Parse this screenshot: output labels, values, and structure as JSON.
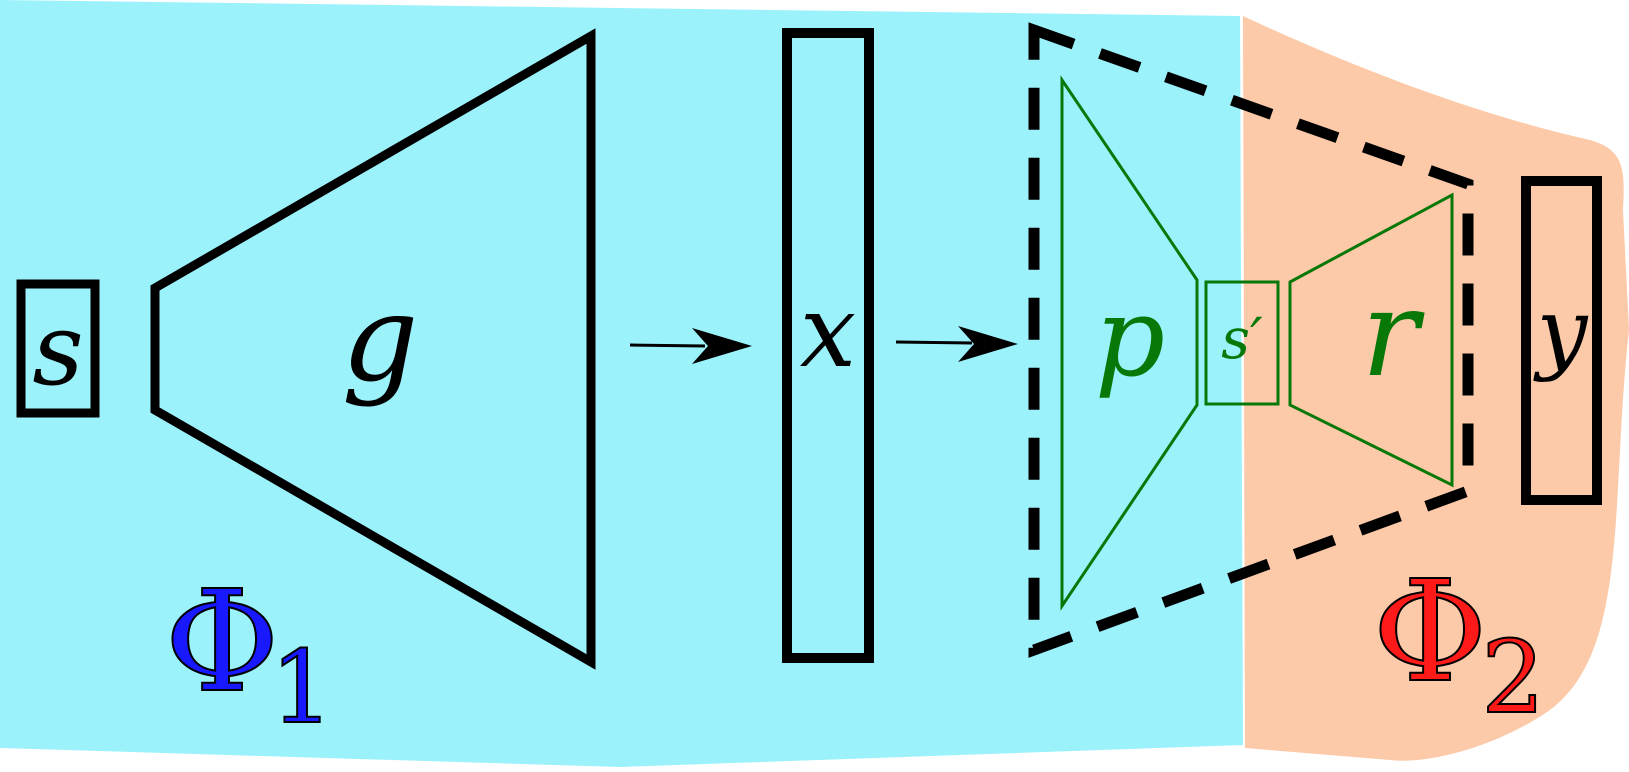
{
  "diagram": {
    "labels": {
      "s": "s",
      "g": "g",
      "x": "x",
      "p": "p",
      "s_prime": "s′",
      "r": "r",
      "y": "y"
    },
    "regions": {
      "phi1": {
        "symbol": "Φ",
        "subscript": "1"
      },
      "phi2": {
        "symbol": "Φ",
        "subscript": "2"
      }
    },
    "colors": {
      "region_phi1": "#9bf2fb",
      "region_phi2": "#fccaa8",
      "phi1_text": "#1919ff",
      "phi2_text": "#ff1a1a",
      "inner_modules": "#087808",
      "outline": "#000000"
    }
  }
}
